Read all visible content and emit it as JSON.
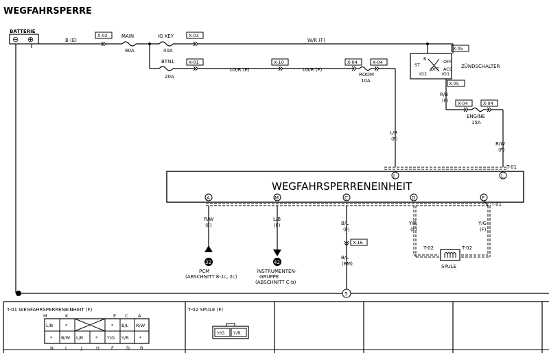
{
  "title": "WEGFAHRSPERRE",
  "battery": {
    "label": "BATTERIE",
    "neg": "⊖",
    "pos": "⊕"
  },
  "wires": {
    "b_e": "B (E)",
    "w_r_f": "W/R (F)",
    "lg_r_e": "LG/R (E)",
    "lg_r_f": "LG/R (F)",
    "l_r_f_1": "L/R",
    "l_r_f_2": "(F)",
    "r_b_1": "R/B",
    "r_b_2": "(F)",
    "b_w_1": "B/W",
    "b_w_2": "(F)",
    "r_w_1": "R/W",
    "r_w_2": "(F)",
    "l_b_1": "L/B",
    "l_b_2": "(F)",
    "b_l_f_1": "B/L",
    "b_l_f_2": "(F)",
    "b_l_em_1": "B/L",
    "b_l_em_2": "(EM)",
    "y_r_1": "Y/R",
    "y_r_2": "(F)",
    "y_g_1": "Y/G",
    "y_g_2": "(F)"
  },
  "connectors": {
    "x02": "X-02",
    "x03": "X-03",
    "x01": "X-01",
    "x10": "X-10",
    "x04": "X-04",
    "x05": "X-05",
    "x16": "X-16",
    "t01": "T-01",
    "t02": "T-02"
  },
  "fuses": {
    "main": {
      "name": "MAIN",
      "rating": "80A"
    },
    "igkey": {
      "name": "IG KEY",
      "rating": "40A"
    },
    "btn1": {
      "name": "BTN1",
      "rating": "20A"
    },
    "room": {
      "name": "ROOM",
      "rating": "10A"
    },
    "engine": {
      "name": "ENGINE",
      "rating": "15A"
    }
  },
  "ignition_switch": {
    "label": "ZÜNDSCHALTER",
    "st": "ST",
    "ig2": "IG2",
    "ig1": "IG1",
    "acc": "ACC",
    "off": "OFF",
    "b": "B"
  },
  "unit": {
    "label": "WEGFAHRSPERRENEINHEIT",
    "pins": {
      "j": "J",
      "l": "L",
      "a": "A",
      "m": "M",
      "c": "C",
      "d": "D",
      "f": "F"
    }
  },
  "refs": {
    "r32": "32",
    "r42": "42",
    "r5": "5"
  },
  "pcm": {
    "line1": "PCM",
    "line2": "(ABSCHNITT 8-1c, 2c)"
  },
  "instr": {
    "line1": "INSTRUMENTEN-",
    "line2": "GRUPPE",
    "line3": "(ABSCHNITT C-b)"
  },
  "coil": {
    "label": "SPULE"
  },
  "panels": {
    "t01_title": "T-01 WEGFAHRSPERRENEINHEIT (F)",
    "t02_title": "T-02 SPULE (F)"
  },
  "t01_pins_top": [
    "M",
    "K",
    "E",
    "C",
    "A"
  ],
  "t01_pins_bottom": [
    "N",
    "L",
    "J",
    "H",
    "F",
    "D",
    "B"
  ],
  "t01_row1": [
    "L/B",
    "*",
    "*",
    "B/L",
    "R/W"
  ],
  "t01_row2": [
    "*",
    "B/W",
    "L/R",
    "*",
    "Y/G",
    "Y/R",
    "*"
  ],
  "t02_cells": [
    "Y/G",
    "Y/R"
  ]
}
